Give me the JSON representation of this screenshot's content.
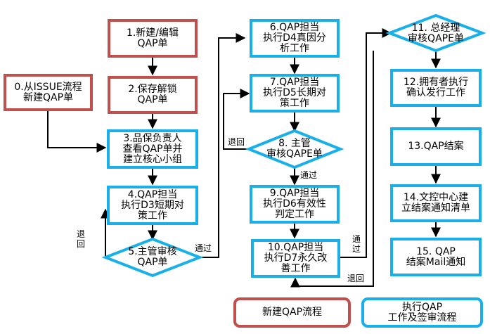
{
  "nodes": {
    "n0": "0.从ISSUE流程\n新建QAP单",
    "n1": "1.新建/编辑\nQAP单",
    "n2": "2.保存解锁\nQAP单",
    "n3": "3.品保负责人\n查看QAP单并\n建立核心小组",
    "n4": "4.QAP担当\n执行D3短期对\n策工作",
    "n5": "5.主管审核\nQAP单",
    "n6": "6.QAP担当\n执行D4真因分\n析工作",
    "n7": "7.QAP担当\n执行D5长期对\n策工作",
    "n8": "8. 主管\n审核QAPE单",
    "n9": "9.QAP担当\n执行D6有效性\n判定工作",
    "n10": "10.QAP担当\n执行D7永久改\n善工作",
    "n11": "11. 总经理\n审核QAPE单",
    "n12": "12.拥有者执行\n确认发行工作",
    "n13": "13.QAP结案",
    "n14": "14.文控中心建\n立结案通知清单",
    "n15": "15. QAP\n结案Mail通知"
  },
  "edge_labels": {
    "return_5": "退\n回",
    "pass_5": "通过",
    "return_8": "退回",
    "pass_8": "通过",
    "pass_10": "通\n过",
    "return_11": "退回"
  },
  "legend": {
    "new_flow": "新建QAP流程",
    "exec_flow": "执行QAP\n工作及签审流程"
  },
  "colors": {
    "blue_border": "#19b0ea",
    "red_border": "#c0504d",
    "arrow": "#000000"
  }
}
